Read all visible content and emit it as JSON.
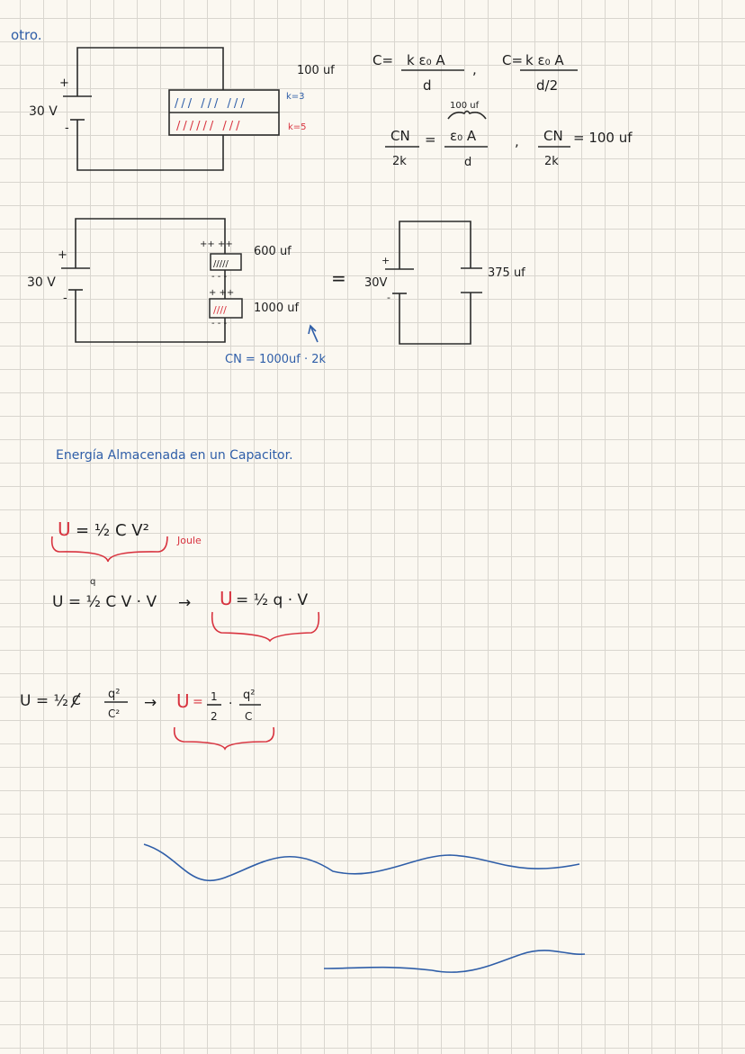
{
  "heading_otro": "otro.",
  "circuit1": {
    "voltage": "30 V",
    "plus": "+",
    "minus": "-",
    "capacitance": "100 uf",
    "k_top": "k=3",
    "k_bottom": "k=5",
    "hatch_top": "/// /// ///",
    "hatch_bottom": "////// ///"
  },
  "formulas_top": {
    "c_lhs": "C=",
    "c_num": "k ε₀ A",
    "c_den": "d",
    "c2_lhs": "C=",
    "c2_num": "k ε₀ A",
    "c2_den": "d/2",
    "brace_note": "100 uf",
    "cn_num": "CN",
    "cn_den": "2k",
    "eq": "=",
    "e_num": "ε₀ A",
    "e_den": "d",
    "cn2_num": "CN",
    "cn2_den": "2k",
    "result": "= 100 uf"
  },
  "circuit2": {
    "voltage": "30 V",
    "plus": "+",
    "minus": "-",
    "cap_top": "600 uf",
    "cap_bottom": "1000 uf",
    "charges_top": "++ ++",
    "charges_mid": "+ ++",
    "charges_neg": "- - -",
    "hatch_top": "/////",
    "hatch_bottom": "////",
    "note": "CN = 1000uf · 2k",
    "equals": "="
  },
  "circuit3": {
    "voltage": "30V",
    "plus": "+",
    "minus": "-",
    "capacitance": "375 uf"
  },
  "section_title": "Energía Almacenada en un Capacitor.",
  "energy": {
    "eq1_U": "U",
    "eq1_rest": "= ½ C V²",
    "eq1_unit": "Joule",
    "eq2_lhs": "U = ½ C V · V",
    "eq2_q": "q",
    "eq2_arrow": "→",
    "eq2_result_U": "U",
    "eq2_result_rest": "= ½ q · V",
    "eq3_lhs": "U = ½",
    "eq3_frac_num": "q²",
    "eq3_frac_den": "C²",
    "eq3_arrow": "→",
    "eq3_result_U": "U",
    "eq3_result_eq": "=",
    "eq3_half_num": "1",
    "eq3_half_den": "2",
    "eq3_q_num": "q²",
    "eq3_q_den": "C"
  }
}
